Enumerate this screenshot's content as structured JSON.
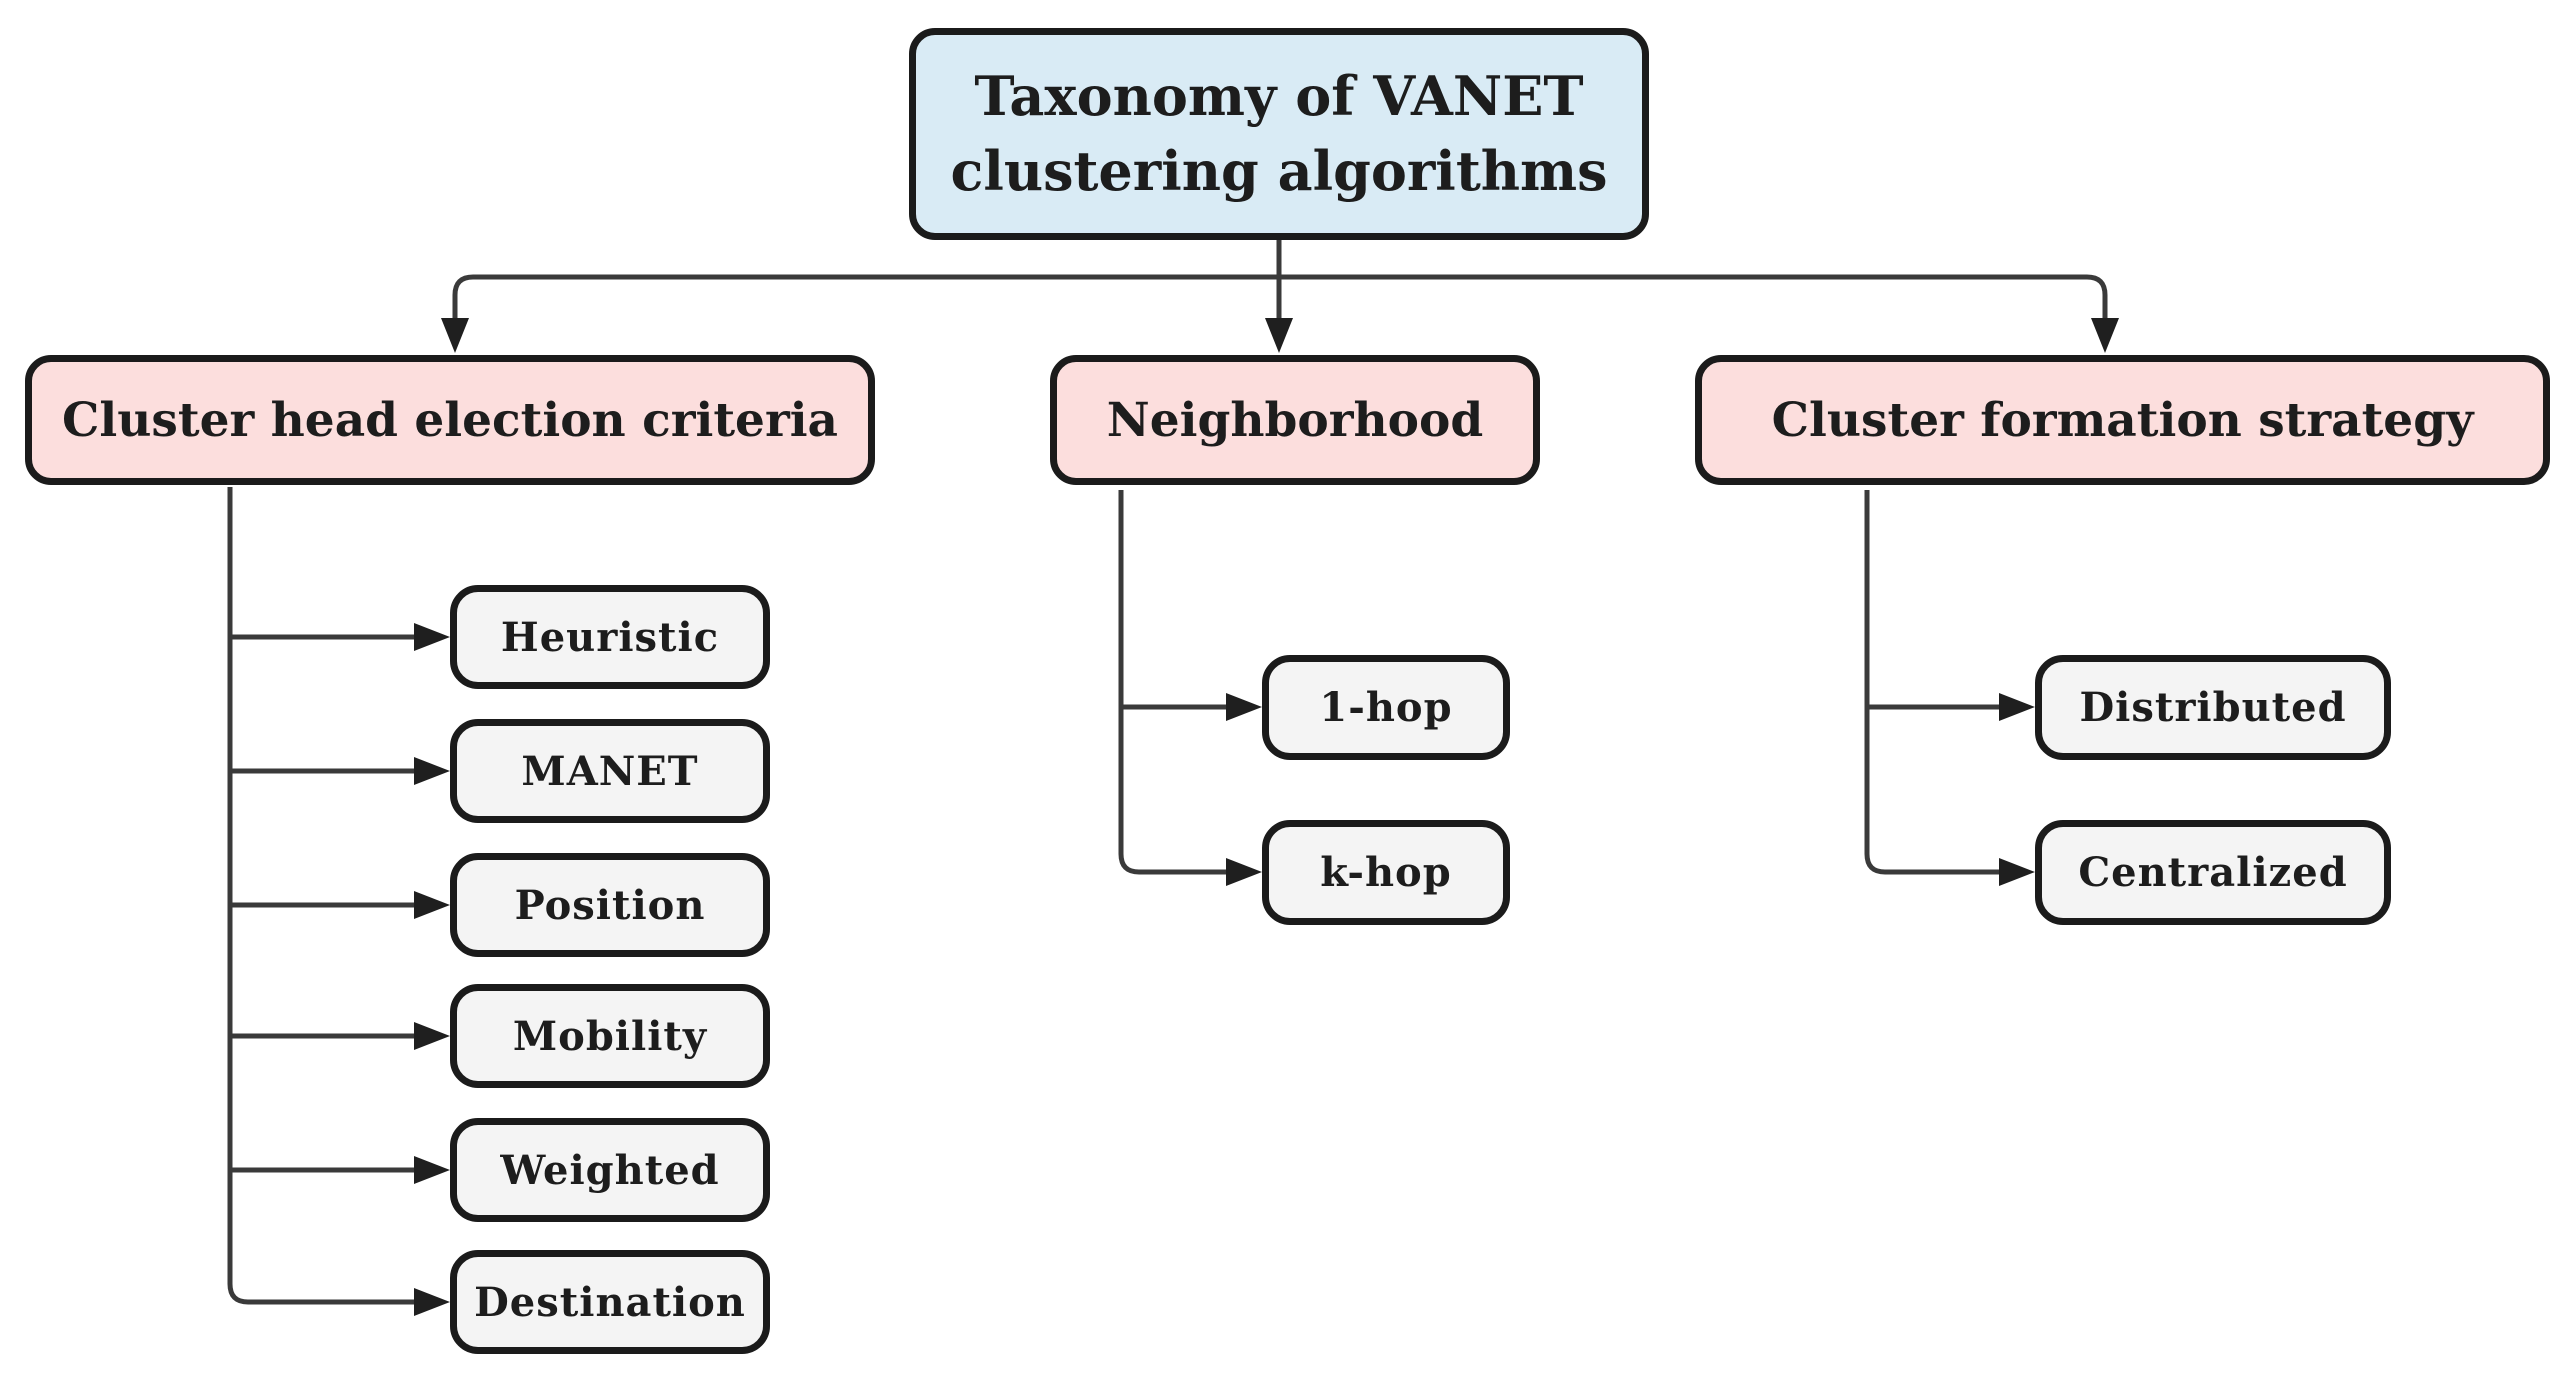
{
  "figure": {
    "type": "taxonomy-tree-diagram",
    "title": "Taxonomy of VANET clustering algorithms"
  },
  "tree": {
    "root": {
      "label": "Taxonomy of VANET clustering algorithms"
    },
    "branches": [
      {
        "label": "Cluster head election criteria",
        "children": [
          {
            "label": "Heuristic"
          },
          {
            "label": "MANET"
          },
          {
            "label": "Position"
          },
          {
            "label": "Mobility"
          },
          {
            "label": "Weighted"
          },
          {
            "label": "Destination"
          }
        ]
      },
      {
        "label": "Neighborhood",
        "children": [
          {
            "label": "1-hop"
          },
          {
            "label": "k-hop"
          }
        ]
      },
      {
        "label": "Cluster formation strategy",
        "children": [
          {
            "label": "Distributed"
          },
          {
            "label": "Centralized"
          }
        ]
      }
    ]
  },
  "colors": {
    "root_fill": "#d9ebf5",
    "branch_fill": "#fcdedd",
    "leaf_fill": "#f4f4f4",
    "border_color": "#1b1b1b",
    "line_color": "#3a3a3a",
    "text_color": "#1d1d1d",
    "bg_color": "#ffffff"
  }
}
